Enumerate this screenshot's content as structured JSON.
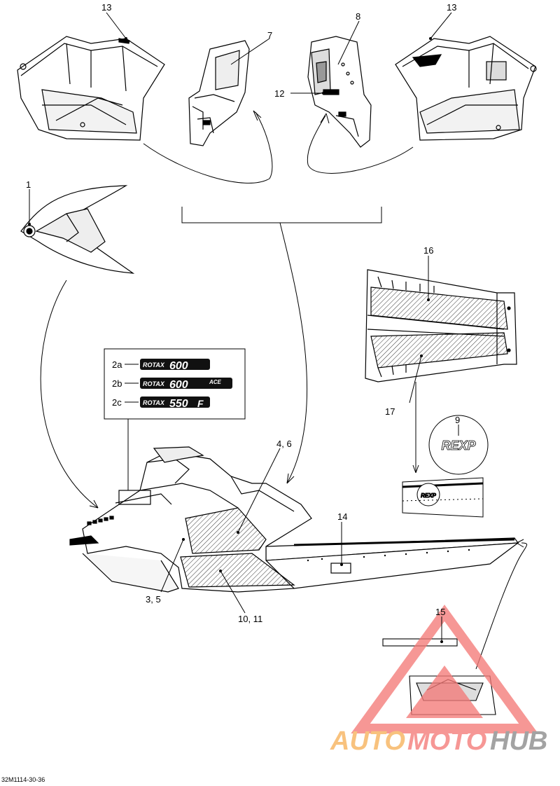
{
  "figure_code": "32M1114-30-36",
  "callouts": {
    "c13a": "13",
    "c7": "7",
    "c8": "8",
    "c13b": "13",
    "c12": "12",
    "c1": "1",
    "c16": "16",
    "c17": "17",
    "c9": "9",
    "c4_6": "4, 6",
    "c14": "14",
    "c3_5": "3, 5",
    "c10_11": "10, 11",
    "c15": "15",
    "c2a": "2a",
    "c2b": "2b",
    "c2c": "2c"
  },
  "emblems": [
    {
      "brand": "ROTAX",
      "model": "600",
      "suffix": ""
    },
    {
      "brand": "ROTAX",
      "model": "600",
      "suffix": "ACE"
    },
    {
      "brand": "ROTAX",
      "model": "550",
      "suffix": "F"
    }
  ],
  "badge_9": "REXP",
  "watermark": {
    "part1": "AUTO",
    "part2": "MOTO",
    "part3": "HUB",
    "color_red": "#f47a78",
    "color_orange": "#f7b25a",
    "color_gray": "#8a8a8a"
  }
}
